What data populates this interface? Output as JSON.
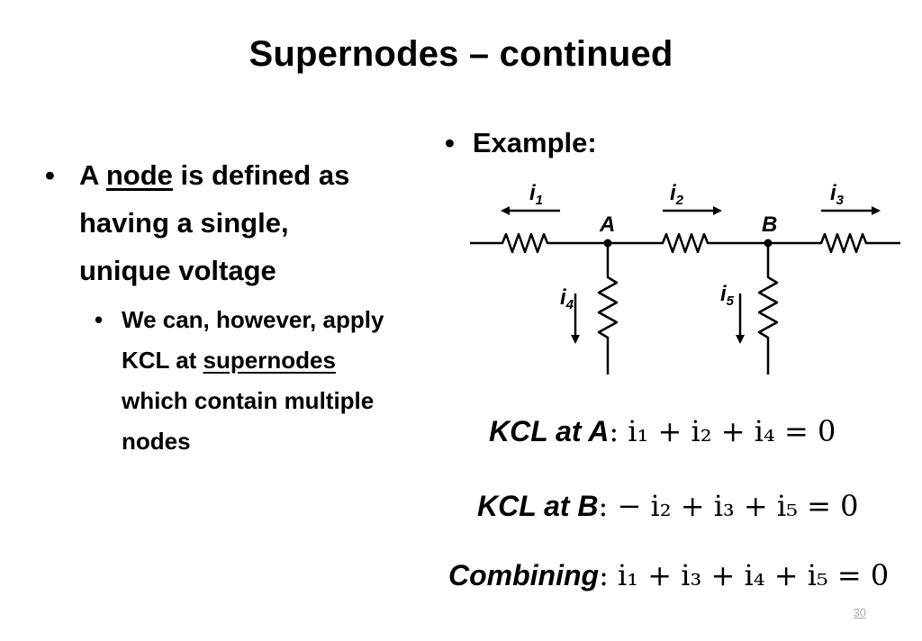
{
  "slide": {
    "title": "Supernodes – continued",
    "page_number": "30"
  },
  "left": {
    "bullet1_pre": "A ",
    "bullet1_link": "node",
    "bullet1_post": " is defined as having a single, unique voltage",
    "sub_pre": "We can, however, apply KCL at ",
    "sub_link": "supernodes",
    "sub_post": " which contain multiple nodes"
  },
  "right": {
    "example_label": "Example:"
  },
  "circuit": {
    "node_a": "A",
    "node_b": "B",
    "currents": [
      "i",
      "i",
      "i",
      "i",
      "i"
    ],
    "subscripts": [
      "1",
      "2",
      "3",
      "4",
      "5"
    ]
  },
  "equations": {
    "kcl_a_label": "KCL at A",
    "kcl_a_expr": ": i₁ + i₂ + i₄ = 0",
    "kcl_b_label": "KCL at B",
    "kcl_b_expr": ": − i₂ + i₃ + i₅ = 0",
    "comb_label": "Combining",
    "comb_expr": ": i₁ + i₃ + i₄ + i₅ = 0"
  }
}
